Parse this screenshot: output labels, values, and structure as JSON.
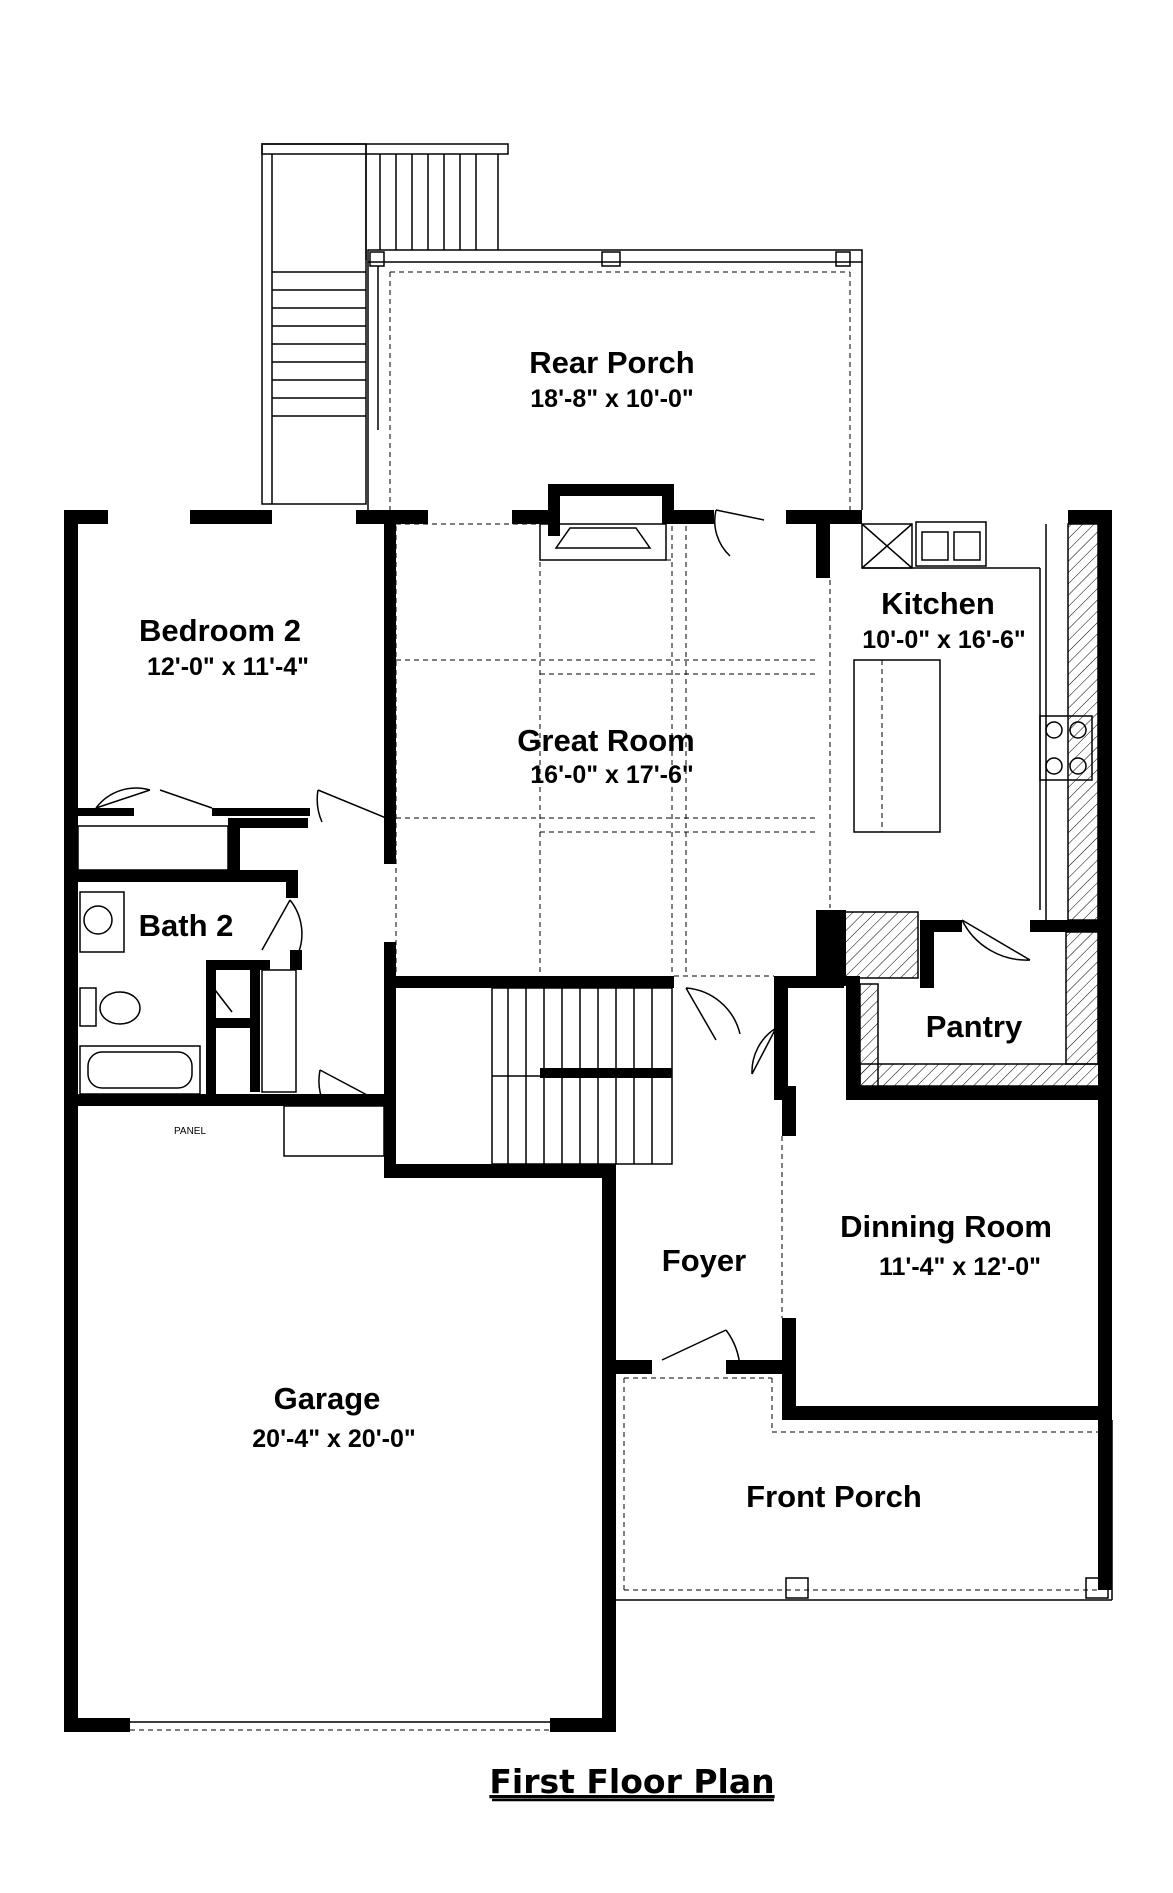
{
  "plan_title": "First Floor Plan",
  "rooms": {
    "rear_porch": {
      "name": "Rear Porch",
      "dims": "18'-8\" x 10'-0\""
    },
    "bedroom_2": {
      "name": "Bedroom 2",
      "dims": "12'-0\" x 11'-4\""
    },
    "great_room": {
      "name": "Great Room",
      "dims": "16'-0\" x 17'-6\""
    },
    "kitchen": {
      "name": "Kitchen",
      "dims": "10'-0\" x 16'-6\""
    },
    "bath_2": {
      "name": "Bath 2"
    },
    "pantry": {
      "name": "Pantry"
    },
    "foyer": {
      "name": "Foyer"
    },
    "dinning_room": {
      "name": "Dinning Room",
      "dims": "11'-4\" x 12'-0\""
    },
    "garage": {
      "name": "Garage",
      "dims": "20'-4\" x 20'-0\""
    },
    "front_porch": {
      "name": "Front Porch"
    }
  },
  "panel_label": "PANEL"
}
